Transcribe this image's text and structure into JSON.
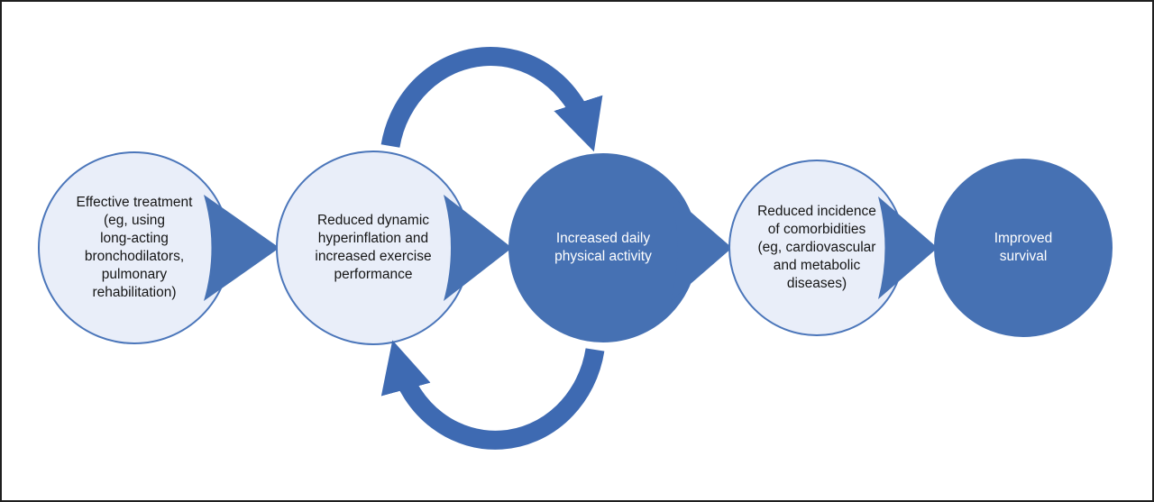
{
  "figure": {
    "colors": {
      "accent_blue": "#4671b3",
      "arrow_blue": "#3e6ab2",
      "light_fill": "#e9eef9",
      "light_border": "#4b76ba",
      "frame_border": "#1f1f1f",
      "background": "#ffffff"
    },
    "nodes": [
      {
        "label": "Effective treatment\n(eg, using\nlong-acting\nbronchodilators,\npulmonary\nrehabilitation)",
        "variant": "light"
      },
      {
        "label": "Reduced dynamic\nhyperinflation and\nincreased exercise\nperformance",
        "variant": "light"
      },
      {
        "label": "Increased daily\nphysical activity",
        "variant": "solid"
      },
      {
        "label": "Reduced incidence\nof comorbidities\n(eg, cardiovascular\nand metabolic\ndiseases)",
        "variant": "light"
      },
      {
        "label": "Improved\nsurvival",
        "variant": "solid"
      }
    ],
    "icons": {
      "pointer_wedge": "right-arrow-point-icon",
      "top_arrow": "curved-arrow-clockwise-icon",
      "bottom_arrow": "curved-arrow-counterclockwise-icon"
    }
  }
}
